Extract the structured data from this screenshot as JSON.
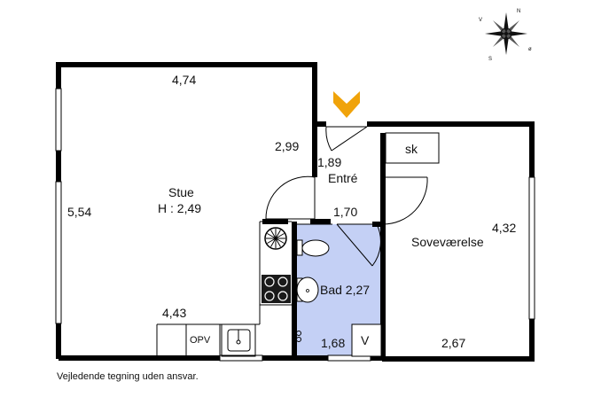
{
  "colors": {
    "wall": "#000000",
    "bathroom": "#c4d0f5",
    "entrance_marker": "#f0a30a",
    "background": "#ffffff"
  },
  "compass": {
    "icon": "compass-rose-icon",
    "letters": {
      "n": "N",
      "v": "V",
      "s": "S",
      "o": "ø"
    }
  },
  "rooms": {
    "stue": {
      "name": "Stue",
      "height": "H : 2,49"
    },
    "entre": {
      "name": "Entré"
    },
    "bad": {
      "name": "Bad 2,27"
    },
    "sove": {
      "name": "Soveværelse"
    }
  },
  "dimensions": {
    "stue_top": "4,74",
    "stue_left": "5,54",
    "kitchen_width": "4,43",
    "entre_right": "2,99",
    "entre_width": "1,89",
    "hall_width": "1,70",
    "sove_right": "4,32",
    "sove_bottom": "2,67",
    "bad_width": "1,68"
  },
  "fixtures": {
    "wardrobe": "sk",
    "dishwasher": "OPV",
    "washer": "V"
  },
  "disclaimer": "Vejledende tegning uden ansvar."
}
